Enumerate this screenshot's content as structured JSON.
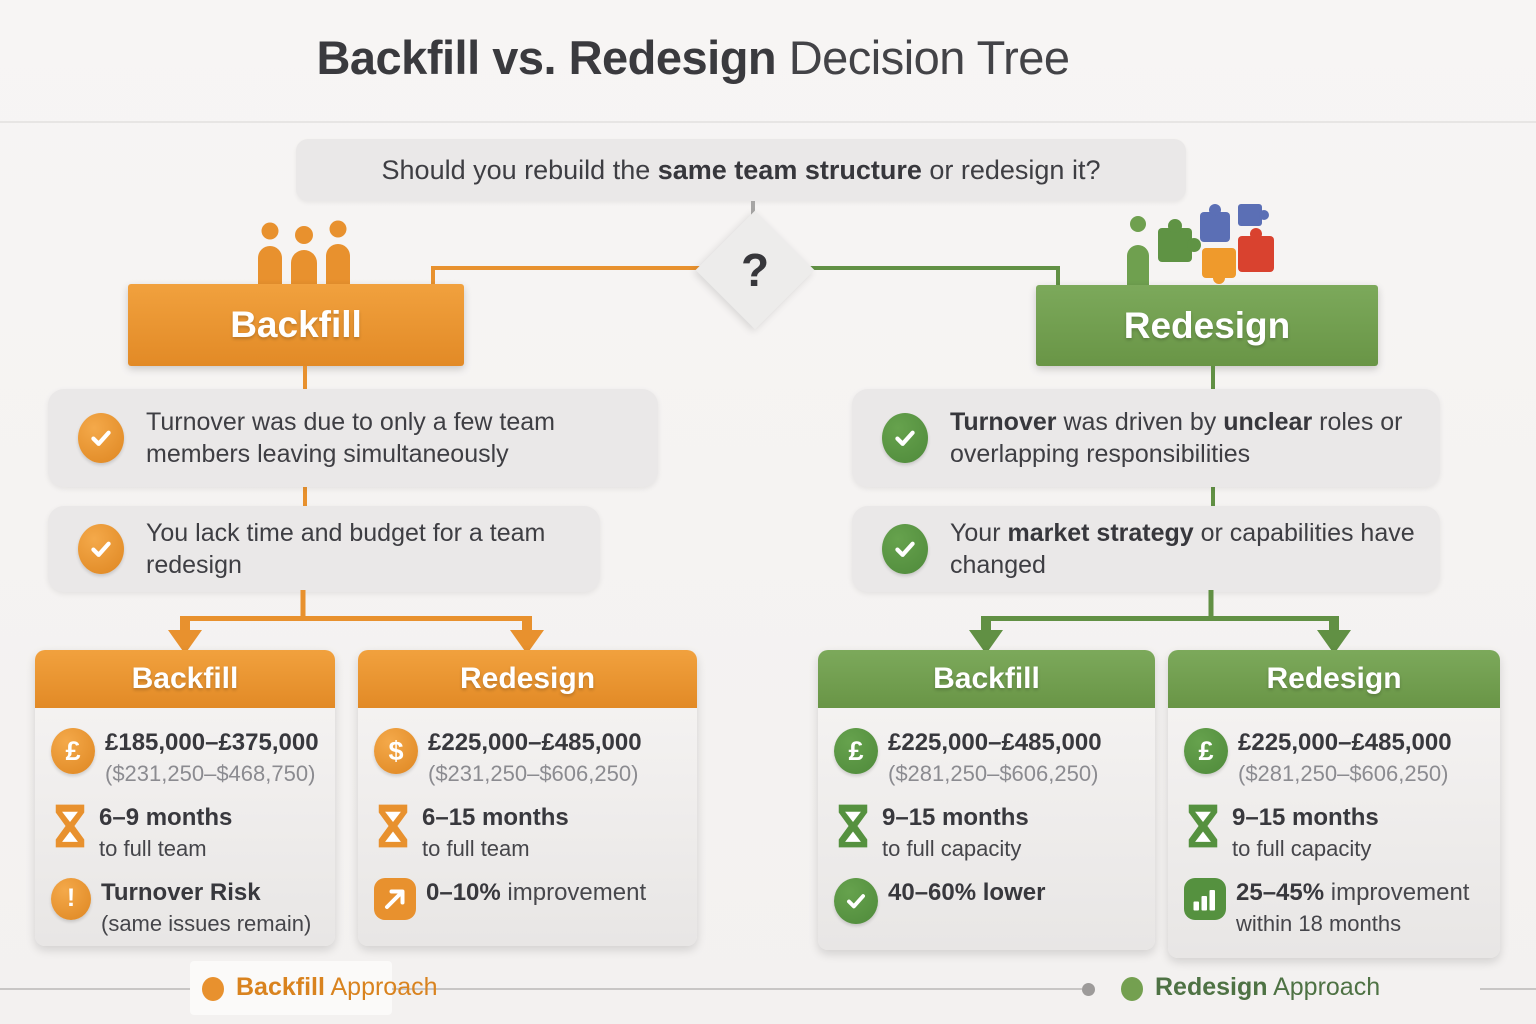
{
  "title": {
    "main": "Backfill vs. Redesign",
    "rest": " Decision Tree"
  },
  "question": {
    "pre": "Should you rebuild the ",
    "bold": "same team structure",
    "post": " or redesign it?"
  },
  "diamond": {
    "label": "?"
  },
  "icons": {
    "pound": "£",
    "dollar": "$",
    "warning": "!"
  },
  "branches": {
    "backfill": {
      "label": "Backfill",
      "icon": "team-people-icon",
      "conditions": [
        {
          "text": "Turnover was due to only a few team members leaving simultaneously"
        },
        {
          "text": "You lack time and budget for a team redesign"
        }
      ]
    },
    "redesign": {
      "label": "Redesign",
      "icon": "person-puzzle-icon",
      "conditions": [
        {
          "seg": [
            {
              "t": "Turnover"
            },
            {
              "t": " was driven by "
            },
            {
              "t": "unclear"
            },
            {
              "t": " roles or overlapping responsibilities"
            }
          ]
        },
        {
          "seg": [
            {
              "t": "Your "
            },
            {
              "t": "market strategy"
            },
            {
              "t": " or capabilities have changed"
            }
          ]
        }
      ]
    }
  },
  "cards": [
    {
      "title": "Backfill",
      "theme": "orange",
      "rows": [
        {
          "icon": "pound-icon",
          "line1": "£185,000–£375,000",
          "line2": "($231,250–$468,750)"
        },
        {
          "icon": "hourglass-icon",
          "line1": "6–9 months",
          "line2": "to full team"
        },
        {
          "icon": "warning-icon",
          "line1": "Turnover Risk",
          "line2": "(same issues remain)"
        }
      ]
    },
    {
      "title": "Redesign",
      "theme": "orange",
      "rows": [
        {
          "icon": "dollar-icon",
          "line1": "£225,000–£485,000",
          "line2": "($231,250–$606,250)"
        },
        {
          "icon": "hourglass-icon",
          "line1": "6–15 months",
          "line2": "to full team"
        },
        {
          "icon": "trend-up-icon",
          "line1": "0–10%",
          "line1_rest": " improvement"
        }
      ]
    },
    {
      "title": "Backfill",
      "theme": "green",
      "rows": [
        {
          "icon": "pound-icon",
          "line1": "£225,000–£485,000",
          "line2": "($281,250–$606,250)"
        },
        {
          "icon": "hourglass-icon",
          "line1": "9–15 months",
          "line2": "to full capacity"
        },
        {
          "icon": "check-icon",
          "line1": "40–60% lower"
        }
      ]
    },
    {
      "title": "Redesign",
      "theme": "green",
      "rows": [
        {
          "icon": "pound-icon",
          "line1": "£225,000–£485,000",
          "line2": "($281,250–$606,250)"
        },
        {
          "icon": "hourglass-icon",
          "line1": "9–15 months",
          "line2": "to full capacity"
        },
        {
          "icon": "bar-chart-icon",
          "line1": "25–45%",
          "line1_rest": " improvement",
          "line2": "within 18 months"
        }
      ]
    }
  ],
  "legend": {
    "backfill": {
      "bold": "Backfill",
      "rest": " Approach"
    },
    "redesign": {
      "bold": "Redesign",
      "rest": " Approach"
    }
  },
  "colors": {
    "orange": "#E8912E",
    "green": "#6B9847",
    "green_icon": "#55913F",
    "puzzle_blue": "#5B6FB5",
    "puzzle_red": "#D9422F",
    "puzzle_orange": "#EF9A2C",
    "box_gray": "#EAE8E8",
    "text_dark": "#3A3A3F",
    "text_muted": "#8B8B90"
  }
}
